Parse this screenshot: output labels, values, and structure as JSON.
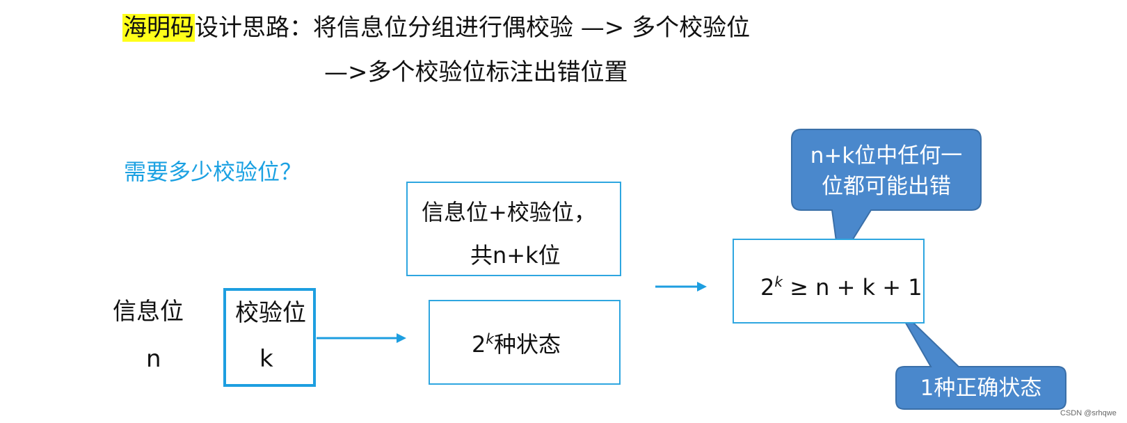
{
  "heading": {
    "highlight": "海明码",
    "rest": "设计思路：将信息位分组进行偶校验 —> 多个校验位",
    "line2": "—>多个校验位标注出错位置",
    "highlight_color": "#ffff1a"
  },
  "question": {
    "text": "需要多少校验位？",
    "color": "#1ba1e2"
  },
  "info_bits": {
    "label": "信息位",
    "var": "n"
  },
  "check_bits": {
    "label": "校验位",
    "var": "k"
  },
  "total_box": {
    "line1": "信息位+校验位，",
    "line2": "共n+k位"
  },
  "states_box": {
    "base": "2",
    "exp": "k",
    "suffix": "种状态"
  },
  "formula_box": {
    "base": "2",
    "exp": "k",
    "rest": " ≥ n + k + 1"
  },
  "callout_top": {
    "line1": "n+k位中任何一",
    "line2": "位都可能出错"
  },
  "callout_bottom": {
    "text": "1种正确状态"
  },
  "colors": {
    "box_border": "#2ea6e0",
    "arrow": "#1d9ee0",
    "callout_fill": "#4a88cc",
    "callout_stroke": "#3a6fa8"
  },
  "watermark": "CSDN @srhqwe"
}
